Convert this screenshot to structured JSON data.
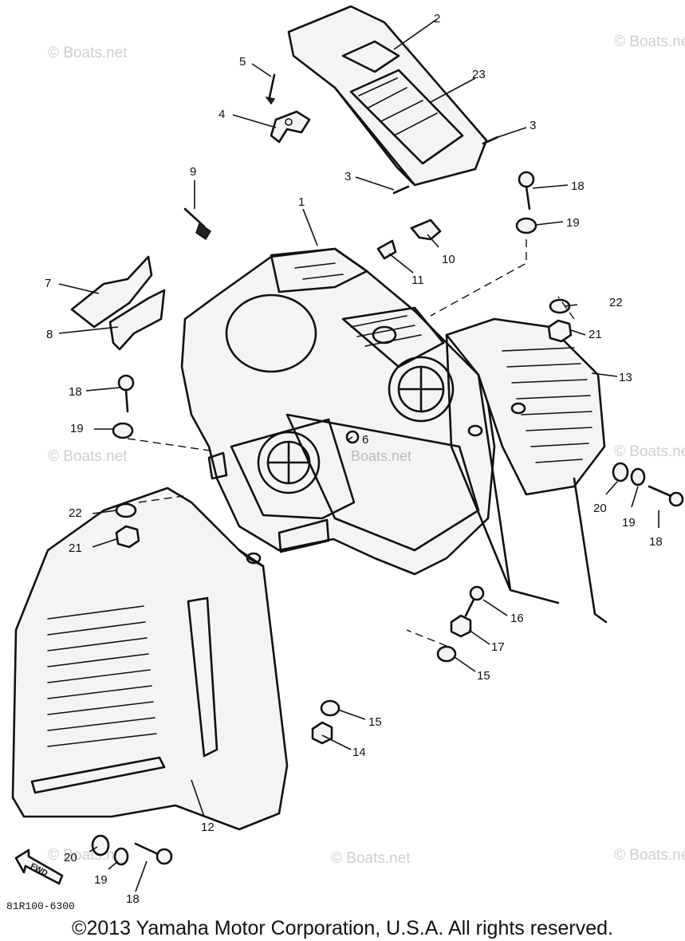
{
  "watermark_text": "© Boats.net",
  "center_watermark": "Boats.net",
  "drawing_code": "81R100-6300",
  "fwd_label": "FWD",
  "copyright": "©2013 Yamaha Motor Corporation, U.S.A. All rights reserved.",
  "callouts": {
    "c1": "1",
    "c2": "2",
    "c3a": "3",
    "c3b": "3",
    "c4": "4",
    "c5": "5",
    "c6": "6",
    "c7": "7",
    "c8": "8",
    "c9": "9",
    "c10": "10",
    "c11": "11",
    "c12": "12",
    "c13": "13",
    "c14": "14",
    "c15a": "15",
    "c15b": "15",
    "c16": "16",
    "c17": "17",
    "c18a": "18",
    "c18b": "18",
    "c18c": "18",
    "c18d": "18",
    "c19a": "19",
    "c19b": "19",
    "c19c": "19",
    "c19d": "19",
    "c20a": "20",
    "c20b": "20",
    "c21a": "21",
    "c21b": "21",
    "c22a": "22",
    "c22b": "22",
    "c23": "23"
  }
}
